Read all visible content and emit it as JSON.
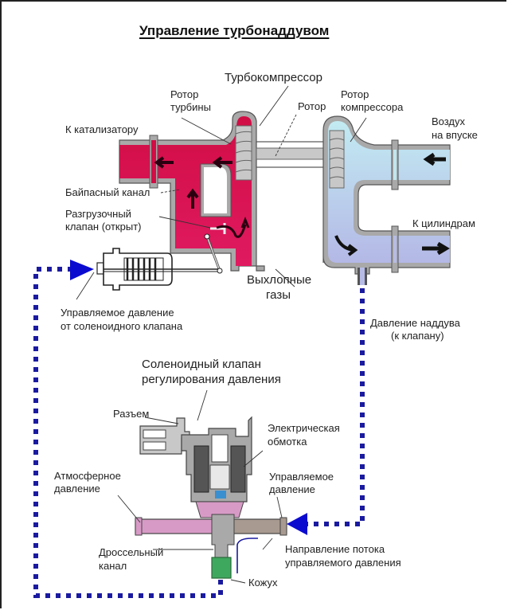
{
  "title": "Управление турбонаддувом",
  "colors": {
    "exhaust": "#d4104a",
    "intake_cold": "#bfe6ef",
    "intake_warm": "#b6bde6",
    "housing": "#a9a9a9",
    "control_line": "#1a1aa0",
    "arrow_blue": "#0b0bd0",
    "atmospheric_port": "#d79ac6",
    "control_port": "#a89a90",
    "shroud": "#3fa85f",
    "plunger_tip": "#3a8fd0"
  },
  "labels": {
    "turbocharger": "Турбокомпрессор",
    "turbine_rotor_l1": "Ротор",
    "turbine_rotor_l2": "турбины",
    "shaft": "Ротор",
    "compressor_rotor_l1": "Ротор",
    "compressor_rotor_l2": "компрессора",
    "to_catalyst": "К катализатору",
    "intake_air_l1": "Воздух",
    "intake_air_l2": "на впуске",
    "bypass_channel": "Байпасный канал",
    "wastegate_l1": "Разгрузочный",
    "wastegate_l2": "клапан (открыт)",
    "to_cylinders": "К цилиндрам",
    "exhaust_gases_l1": "Выхлопные",
    "exhaust_gases_l2": "газы",
    "controlled_pressure_from_solenoid_l1": "Управляемое давление",
    "controlled_pressure_from_solenoid_l2": "от соленоидного клапана",
    "boost_pressure_l1": "Давление наддува",
    "boost_pressure_l2": "(к клапану)",
    "solenoid_valve_l1": "Соленоидный клапан",
    "solenoid_valve_l2": "регулирования давления",
    "connector": "Разъем",
    "coil_l1": "Электрическая",
    "coil_l2": "обмотка",
    "atmospheric_l1": "Атмосферное",
    "atmospheric_l2": "давление",
    "controlled_pressure_l1": "Управляемое",
    "controlled_pressure_l2": "давление",
    "flow_direction_l1": "Направление потока",
    "flow_direction_l2": "управляемого давления",
    "throttle_channel_l1": "Дроссельный",
    "throttle_channel_l2": "канал",
    "shroud": "Кожух"
  }
}
